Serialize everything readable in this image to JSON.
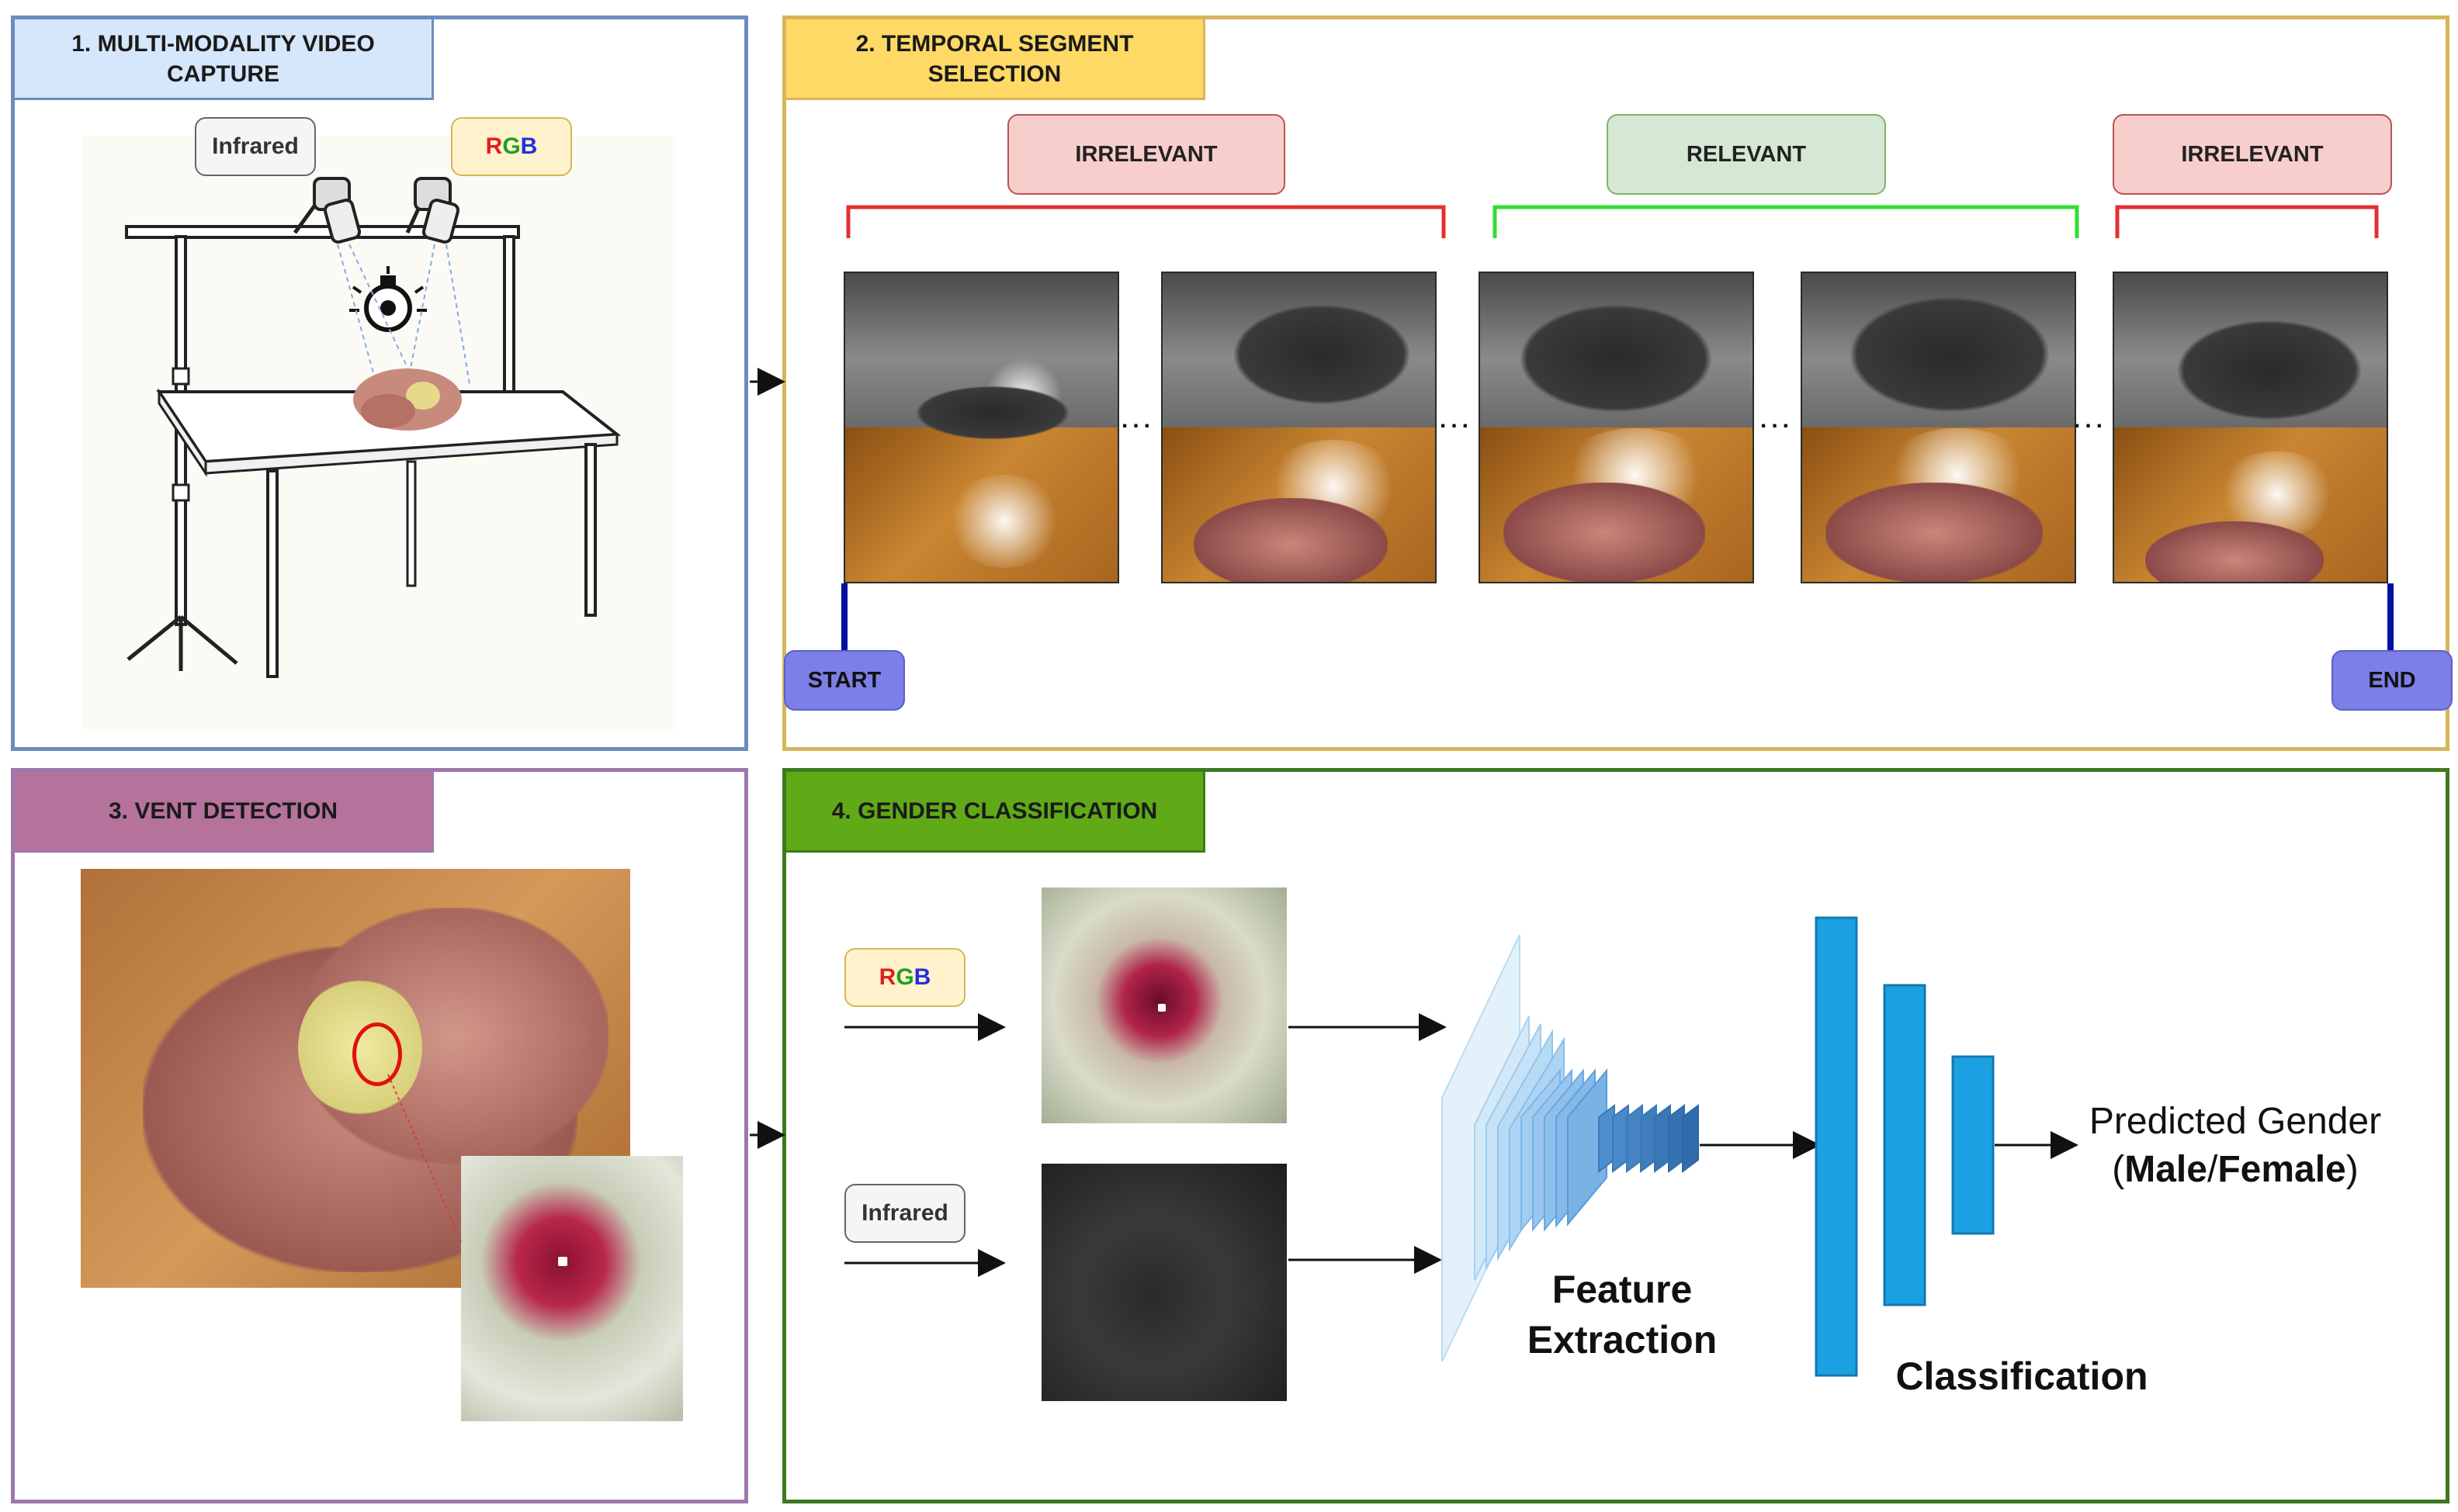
{
  "panels": {
    "p1": {
      "title": "1. MULTI-MODALITY VIDEO CAPTURE",
      "title_line1": "1. MULTI-MODALITY VIDEO",
      "title_line2": "CAPTURE",
      "border": "#6b8cbf",
      "title_bg": "#d6e6fb"
    },
    "p2": {
      "title": "2. TEMPORAL SEGMENT SELECTION",
      "title_line1": "2. TEMPORAL SEGMENT",
      "title_line2": "SELECTION",
      "border": "#d7b45c",
      "title_bg": "#fed966"
    },
    "p3": {
      "title": "3. VENT DETECTION",
      "border": "#9c77ad",
      "title_bg": "#b5739b"
    },
    "p4": {
      "title": "4. GENDER CLASSIFICATION",
      "border": "#3b7a1e",
      "title_bg": "#60a917"
    }
  },
  "capture": {
    "infrared_label": "Infrared",
    "rgb_label": {
      "r": "R",
      "g": "G",
      "b": "B"
    }
  },
  "segments": {
    "irrelevant_left": "IRRELEVANT",
    "relevant": "RELEVANT",
    "irrelevant_right": "IRRELEVANT",
    "start": "START",
    "end": "END",
    "ellipsis": "..."
  },
  "classification": {
    "rgb_label": {
      "r": "R",
      "g": "G",
      "b": "B"
    },
    "infrared_label": "Infrared",
    "feature_extraction_line1": "Feature",
    "feature_extraction_line2": "Extraction",
    "classification_label": "Classification",
    "predicted_line1": "Predicted Gender",
    "predicted_open": "(",
    "predicted_male": "Male",
    "predicted_slash": "/",
    "predicted_female": "Female",
    "predicted_close": ")"
  },
  "colors": {
    "red_tag_bg": "#f8cecc",
    "red_tag_border": "#b85450",
    "green_tag_bg": "#d5e8d4",
    "green_tag_border": "#82b366",
    "blue_tag_bg": "#7b7fe6",
    "blue_tag_border": "#5b5fc7",
    "bracket_red": "#e03131",
    "bracket_green": "#33dd33",
    "rgb_r": "#e02020",
    "rgb_g": "#20a020",
    "rgb_b": "#2030e0",
    "fc_blue": "#1ba1e2"
  }
}
